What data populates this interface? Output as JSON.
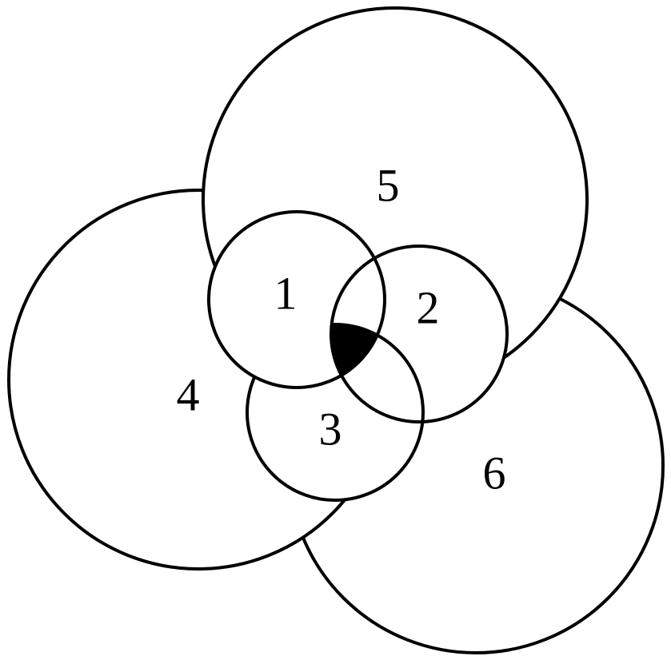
{
  "diagram": {
    "circles": [
      {
        "label": "1"
      },
      {
        "label": "2"
      },
      {
        "label": "3"
      },
      {
        "label": "4"
      },
      {
        "label": "5"
      },
      {
        "label": "6"
      }
    ],
    "shaded_region_color": "#000000",
    "stroke_color": "#000000",
    "background_color": "#ffffff"
  }
}
